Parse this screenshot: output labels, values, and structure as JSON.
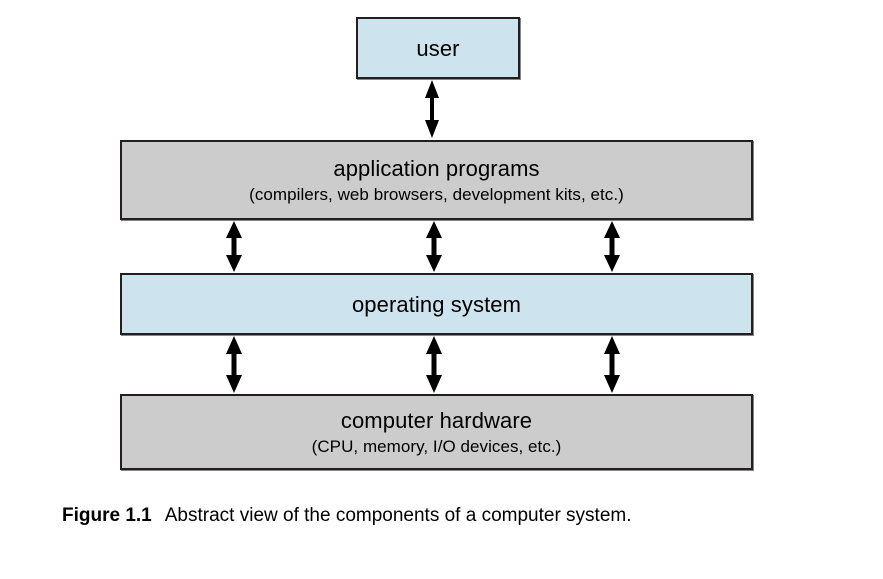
{
  "figure": {
    "caption_label": "Figure 1.1",
    "caption_text": "Abstract view of the components of a computer system."
  },
  "colors": {
    "highlight_fill": "#cde3ed",
    "neutral_fill": "#cccccc",
    "stroke": "#231f20",
    "background": "#ffffff"
  },
  "diagram": {
    "type": "layered-block-diagram",
    "nodes": [
      {
        "id": "user",
        "title": "user",
        "subtitle": "",
        "fill": "#cde3ed",
        "layer": 0
      },
      {
        "id": "application-programs",
        "title": "application programs",
        "subtitle": "(compilers, web browsers, development kits, etc.)",
        "fill": "#cccccc",
        "layer": 1
      },
      {
        "id": "operating-system",
        "title": "operating system",
        "subtitle": "",
        "fill": "#cde3ed",
        "layer": 2
      },
      {
        "id": "computer-hardware",
        "title": "computer hardware",
        "subtitle": "(CPU, memory, I/O devices, etc.)",
        "fill": "#cccccc",
        "layer": 3
      }
    ],
    "connectors": [
      {
        "id": "user-to-apps",
        "from": "user",
        "to": "application-programs",
        "style": "double-headed-arrow",
        "count": 1
      },
      {
        "id": "apps-to-os",
        "from": "application-programs",
        "to": "operating-system",
        "style": "double-headed-arrow",
        "count": 3
      },
      {
        "id": "os-to-hardware",
        "from": "operating-system",
        "to": "computer-hardware",
        "style": "double-headed-arrow",
        "count": 3
      }
    ]
  }
}
